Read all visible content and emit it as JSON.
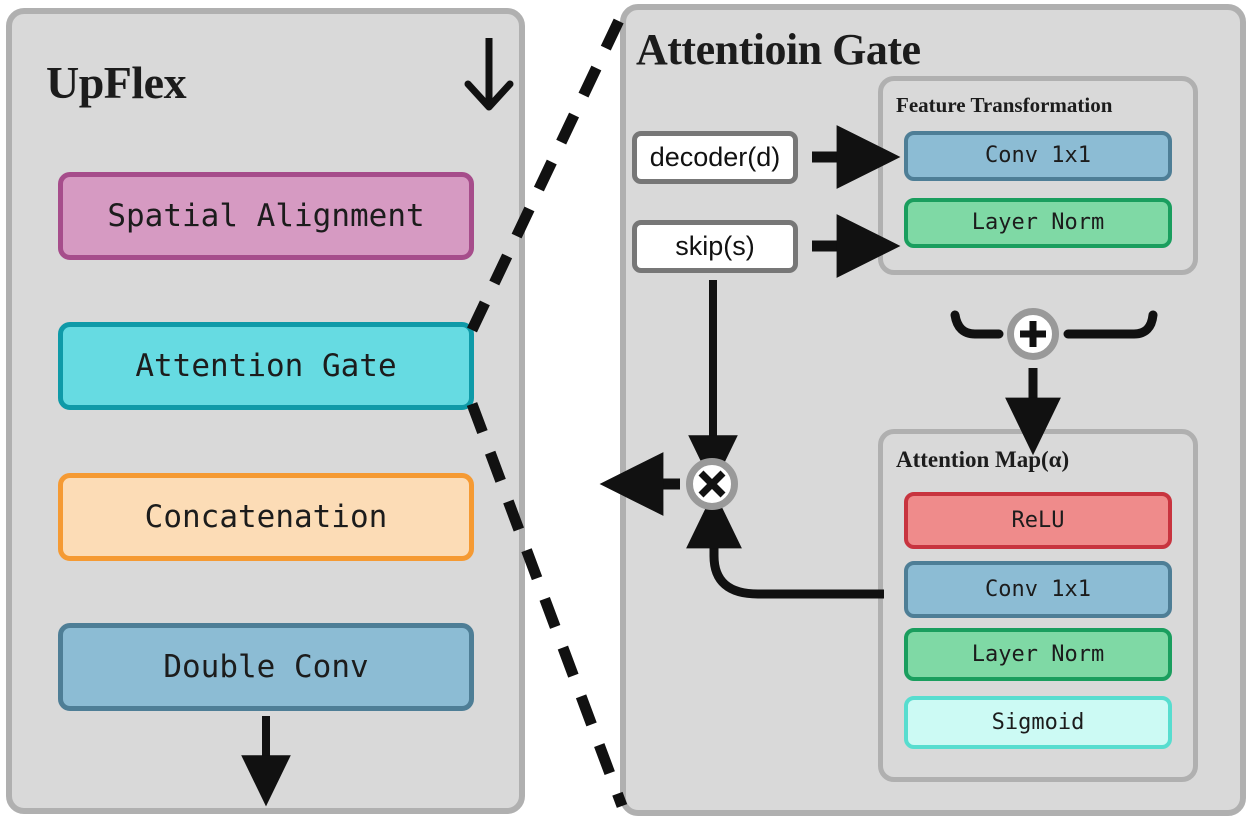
{
  "figure": {
    "type": "architecture-block-diagram",
    "left_panel": {
      "title": "UpFlex",
      "flow_direction": "top-to-bottom",
      "blocks": [
        {
          "label": "Spatial Alignment",
          "fill": "#d69ac2",
          "stroke": "#a64d8b"
        },
        {
          "label": "Attention Gate",
          "fill": "#66dbe2",
          "stroke": "#0f9aa8"
        },
        {
          "label": "Concatenation",
          "fill": "#fcdcb6",
          "stroke": "#f59a33"
        },
        {
          "label": "Double Conv",
          "fill": "#8cbcd4",
          "stroke": "#4e7e96"
        }
      ],
      "input_arrow": "down-arrow-in",
      "output_arrow": "down-arrow-out"
    },
    "right_panel": {
      "title": "Attentioin Gate",
      "inputs": [
        {
          "label": "decoder(d)"
        },
        {
          "label": "skip(s)"
        }
      ],
      "feature_transformation": {
        "title": "Feature Transformation",
        "blocks": [
          {
            "label": "Conv 1x1",
            "fill": "#8cbcd4",
            "stroke": "#4e7e96"
          },
          {
            "label": "Layer Norm",
            "fill": "#7fd9a5",
            "stroke": "#1a9e5e"
          }
        ]
      },
      "attention_map": {
        "title": "Attention Map(α)",
        "blocks": [
          {
            "label": "ReLU",
            "fill": "#ef8b8b",
            "stroke": "#c8343f"
          },
          {
            "label": "Conv 1x1",
            "fill": "#8cbcd4",
            "stroke": "#4e7e96"
          },
          {
            "label": "Layer Norm",
            "fill": "#7fd9a5",
            "stroke": "#1a9e5e"
          },
          {
            "label": "Sigmoid",
            "fill": "#ccfaf4",
            "stroke": "#57ddcf"
          }
        ]
      },
      "operators": [
        {
          "symbol": "+",
          "name": "add-operator"
        },
        {
          "symbol": "✕",
          "name": "multiply-operator"
        }
      ]
    },
    "colors": {
      "panel_fill": "#d9d9d9",
      "panel_stroke": "#b0b0b0",
      "ink": "#111111",
      "background": "#ffffff"
    }
  }
}
